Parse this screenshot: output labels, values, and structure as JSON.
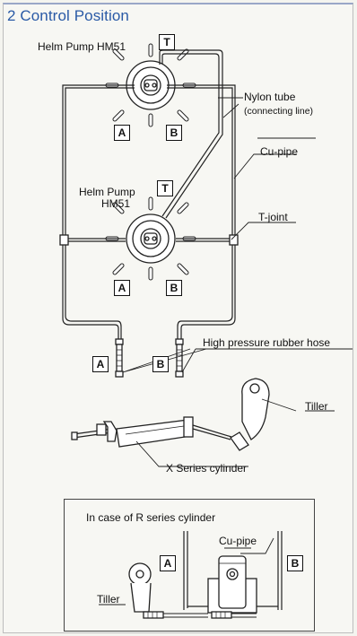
{
  "title": "2 Control Position",
  "labels": {
    "helm_pump_top": "Helm Pump HM51",
    "helm_pump_mid_1": "Helm Pump",
    "helm_pump_mid_2": "HM51",
    "nylon_tube": "Nylon tube",
    "connecting_line": "(connecting line)",
    "cu_pipe": "Cu-pipe",
    "t_joint": "T-joint",
    "hp_hose": "High pressure rubber hose",
    "tiller": "Tiller",
    "x_cylinder": "X Series cylinder",
    "inset_title": "In case of R series cylinder",
    "inset_cu_pipe": "Cu-pipe",
    "inset_tiller": "Tiller"
  },
  "ports": {
    "t": "T",
    "a": "A",
    "b": "B"
  }
}
